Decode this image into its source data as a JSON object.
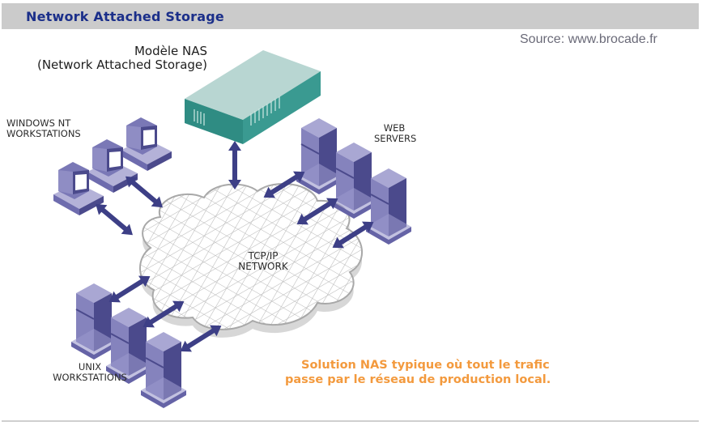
{
  "header": {
    "title": "Network Attached Storage"
  },
  "source": "Source: www.brocade.fr",
  "diagram": {
    "nas_model": {
      "line1": "Modèle NAS",
      "line2": "(Network Attached Storage)"
    },
    "groups": {
      "windows": {
        "line1": "WINDOWS NT",
        "line2": "WORKSTATIONS",
        "count": 3,
        "icon": "desktop-computer-icon"
      },
      "web": {
        "line1": "WEB",
        "line2": "SERVERS",
        "count": 3,
        "icon": "tower-server-icon"
      },
      "unix": {
        "line1": "UNIX",
        "line2": "WORKSTATIONS",
        "count": 3,
        "icon": "tower-server-icon"
      }
    },
    "network": {
      "line1": "TCP/IP",
      "line2": "NETWORK"
    },
    "caption": {
      "line1": "Solution NAS typique où tout le trafic",
      "line2": "passe par le réseau de production local."
    },
    "colors": {
      "device": "#8583bd",
      "device_dark": "#4b4a8c",
      "device_top": "#a9a7d3",
      "arrow": "#3d3f86",
      "nas_front": "#2f8c83",
      "nas_top": "#b8d6d2",
      "caption": "#f39a3e",
      "title": "#1b2f8a"
    }
  }
}
